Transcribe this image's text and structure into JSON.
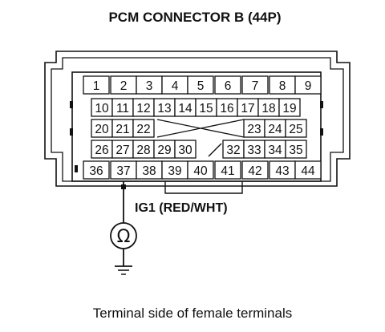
{
  "title": "PCM CONNECTOR B (44P)",
  "caption": "Terminal side of female terminals",
  "probe_label": "IG1 (RED/WHT)",
  "meter_symbol": "Ω",
  "pin_rows": [
    [
      "1",
      "2",
      "3",
      "4",
      "5",
      "6",
      "7",
      "8",
      "9"
    ],
    [
      "10",
      "11",
      "12",
      "13",
      "14",
      "15",
      "16",
      "17",
      "18",
      "19"
    ],
    [
      "20",
      "21",
      "22",
      "23",
      "24",
      "25"
    ],
    [
      "26",
      "27",
      "28",
      "29",
      "30",
      "32",
      "33",
      "34",
      "35"
    ],
    [
      "36",
      "37",
      "38",
      "39",
      "40",
      "41",
      "42",
      "43",
      "44"
    ]
  ],
  "probed_pin": "37"
}
